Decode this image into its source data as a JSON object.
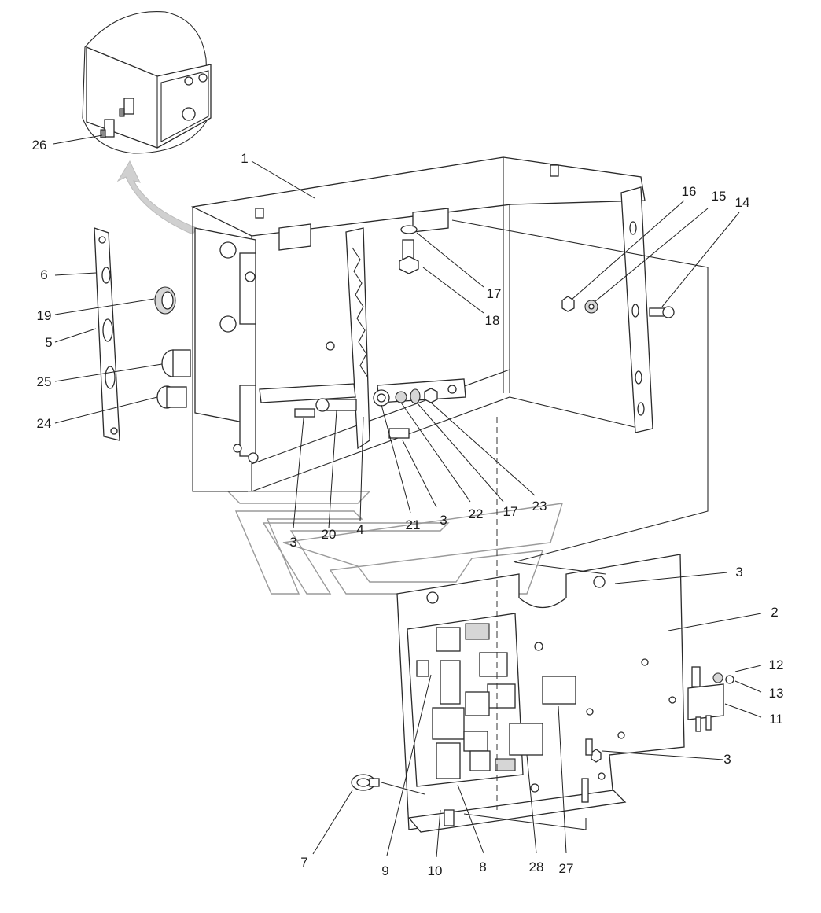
{
  "colors": {
    "line": "#2a2a2a",
    "background": "#ffffff",
    "callout_arrow": "#c8c8c8",
    "watermark": "#9a9a9a"
  },
  "callouts": [
    {
      "id": "c26",
      "text": "26"
    },
    {
      "id": "c1",
      "text": "1"
    },
    {
      "id": "c16",
      "text": "16"
    },
    {
      "id": "c15",
      "text": "15"
    },
    {
      "id": "c14",
      "text": "14"
    },
    {
      "id": "c6",
      "text": "6"
    },
    {
      "id": "c19",
      "text": "19"
    },
    {
      "id": "c5",
      "text": "5"
    },
    {
      "id": "c25",
      "text": "25"
    },
    {
      "id": "c24",
      "text": "24"
    },
    {
      "id": "c17a",
      "text": "17"
    },
    {
      "id": "c18",
      "text": "18"
    },
    {
      "id": "c3a",
      "text": "3"
    },
    {
      "id": "c20",
      "text": "20"
    },
    {
      "id": "c4",
      "text": "4"
    },
    {
      "id": "c21",
      "text": "21"
    },
    {
      "id": "c3b",
      "text": "3"
    },
    {
      "id": "c22",
      "text": "22"
    },
    {
      "id": "c17b",
      "text": "17"
    },
    {
      "id": "c23",
      "text": "23"
    },
    {
      "id": "c3c",
      "text": "3"
    },
    {
      "id": "c2",
      "text": "2"
    },
    {
      "id": "c12",
      "text": "12"
    },
    {
      "id": "c13",
      "text": "13"
    },
    {
      "id": "c11",
      "text": "11"
    },
    {
      "id": "c3d",
      "text": "3"
    },
    {
      "id": "c7",
      "text": "7"
    },
    {
      "id": "c9",
      "text": "9"
    },
    {
      "id": "c10",
      "text": "10"
    },
    {
      "id": "c8",
      "text": "8"
    },
    {
      "id": "c28",
      "text": "28"
    },
    {
      "id": "c27",
      "text": "27"
    }
  ]
}
